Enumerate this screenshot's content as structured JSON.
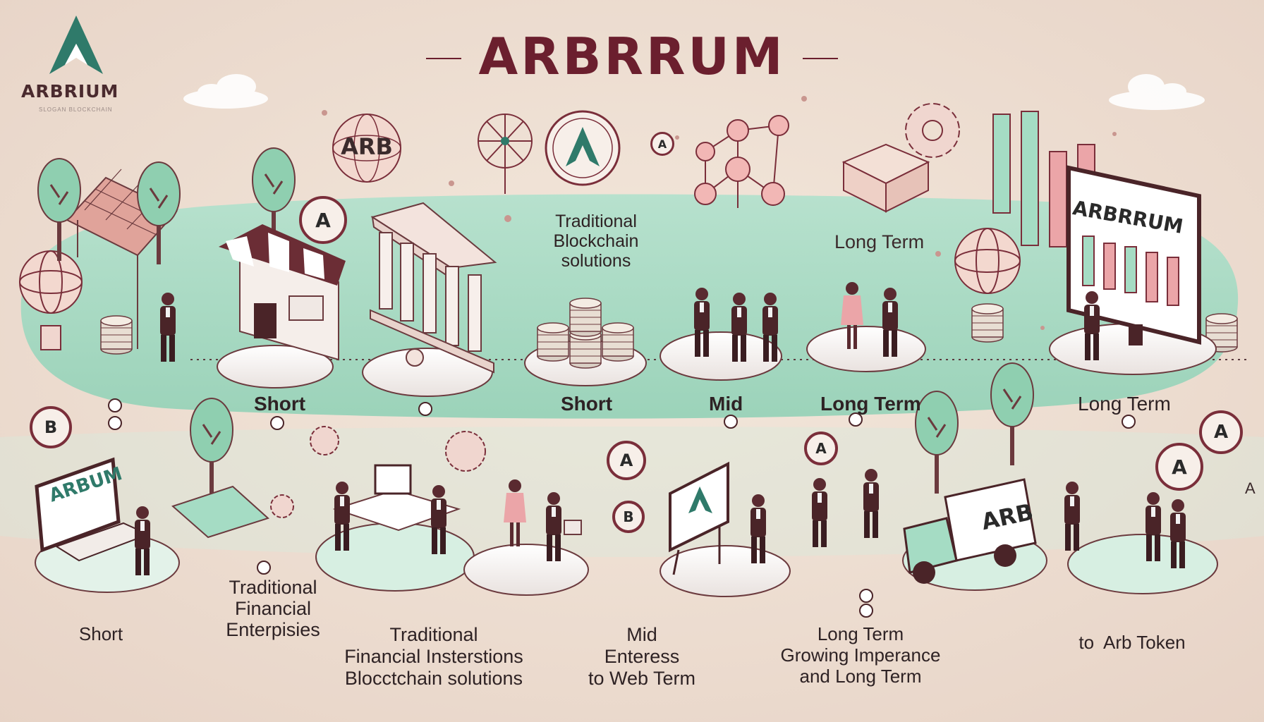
{
  "header": {
    "title": "ARBRRUM",
    "logo_text": "ARBRIUM",
    "logo_tagline": "SLOGAN BLOCKCHAIN"
  },
  "colors": {
    "background": "#eedfd2",
    "mint": "#a5dcc4",
    "teal": "#2f7a6a",
    "maroon": "#6b1f2e",
    "ink": "#3b2a2c"
  },
  "top_row": {
    "labels": {
      "traditional_blockchain": "Traditional\nBlockchain\nsolutions",
      "long_term_upper": "Long Term"
    },
    "stage_labels": [
      "Short",
      "Short",
      "Mid",
      "Long Term",
      "Long Term"
    ]
  },
  "bottom_row": {
    "descriptions": [
      "Short",
      "Traditional\nFinancial\nEnterpisies",
      "Traditional\nFinancial Insterstions\nBlocctchain solutions",
      "Mid\nEnteress\nto Web Term",
      "Long Term\nGrowing Imperance\nand Long Term",
      "to  Arb Token"
    ]
  },
  "scene_text": {
    "arb_top_coin": "ARB",
    "monitor_label": "ARBRRUM",
    "laptop_label": "ARBUM",
    "truck_label": "ARB",
    "coin_a": "A",
    "coin_b": "B"
  },
  "icons": [
    "arbrium-logo-icon",
    "cloud-icon",
    "coin-icon",
    "solar-panel-icon",
    "shop-icon",
    "bank-icon",
    "coin-stack-icon",
    "network-icon",
    "gear-icon",
    "bar-chart-icon",
    "monitor-icon",
    "globe-icon",
    "tree-icon",
    "person-icon",
    "laptop-icon",
    "truck-icon",
    "desk-icon",
    "presentation-board-icon"
  ]
}
